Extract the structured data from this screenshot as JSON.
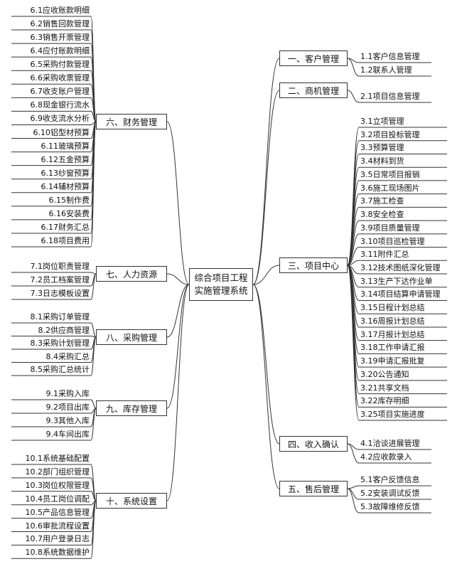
{
  "center": {
    "line1": "综合项目工程",
    "line2": "实施管理系统"
  },
  "right": [
    {
      "id": "b1",
      "label": "一、客户管理",
      "items": [
        "1.1客户信息管理",
        "1.2联系人管理"
      ]
    },
    {
      "id": "b2",
      "label": "二、商机管理",
      "items": [
        "2.1项目信息管理"
      ]
    },
    {
      "id": "b3",
      "label": "三、项目中心",
      "items": [
        "3.1立项管理",
        "3.2项目投标管理",
        "3.3预算管理",
        "3.4材料到货",
        "3.5日常项目报销",
        "3.6施工现场图片",
        "3.7施工检查",
        "3.8安全检查",
        "3.9项目质量管理",
        "3.10项目巡检管理",
        "3.11附件汇总",
        "3.12技术图纸深化管理",
        "3.13生产下达作业单",
        "3.14项目结算申请管理",
        "3.15日程计划总结",
        "3.16周报计划总结",
        "3.17月报计划总结",
        "3.18工作申请汇报",
        "3.19申请汇报批复",
        "3.20公告通知",
        "3.21共享文档",
        "3.22库存明细",
        "3.25项目实施进度"
      ]
    },
    {
      "id": "b4",
      "label": "四、收入确认",
      "items": [
        "4.1洽谈进展管理",
        "4.2应收款录入"
      ]
    },
    {
      "id": "b5",
      "label": "五、售后管理",
      "items": [
        "5.1客户反馈信息",
        "5.2安装调试反馈",
        "5.3故障维修反馈"
      ]
    }
  ],
  "left": [
    {
      "id": "b6",
      "label": "六、财务管理",
      "items": [
        "6.1应收账款明细",
        "6.2销售回款管理",
        "6.3销售开票管理",
        "6.4应付账款明细",
        "6.5采购付款管理",
        "6.6采购收票管理",
        "6.7收支账户管理",
        "6.8现金银行流水",
        "6.9收支流水分析",
        "6.10铝型材预算",
        "6.11玻璃预算",
        "6.12五金预算",
        "6.13纱窗预算",
        "6.14辅材预算",
        "6.15制作费",
        "6.16安装费",
        "6.17财务汇总",
        "6.18项目费用"
      ]
    },
    {
      "id": "b7",
      "label": "七、人力资源",
      "items": [
        "7.1岗位职责管理",
        "7.2员工档案管理",
        "7.3日志模板设置"
      ]
    },
    {
      "id": "b8",
      "label": "八、采购管理",
      "items": [
        "8.1采购订单管理",
        "8.2供应商管理",
        "8.3采购计划管理",
        "8.4采购汇总",
        "8.5采购汇总统计"
      ]
    },
    {
      "id": "b9",
      "label": "九、库存管理",
      "items": [
        "9.1采购入库",
        "9.2项目出库",
        "9.3其他入库",
        "9.4车间出库"
      ]
    },
    {
      "id": "b10",
      "label": "十、系统设置",
      "items": [
        "10.1系统基础配置",
        "10.2部门组织管理",
        "10.3岗位权限管理",
        "10.4员工岗位调配",
        "10.5产品信息管理",
        "10.6审批流程设置",
        "10.7用户登录日志",
        "10.8系统数据维护"
      ]
    }
  ]
}
